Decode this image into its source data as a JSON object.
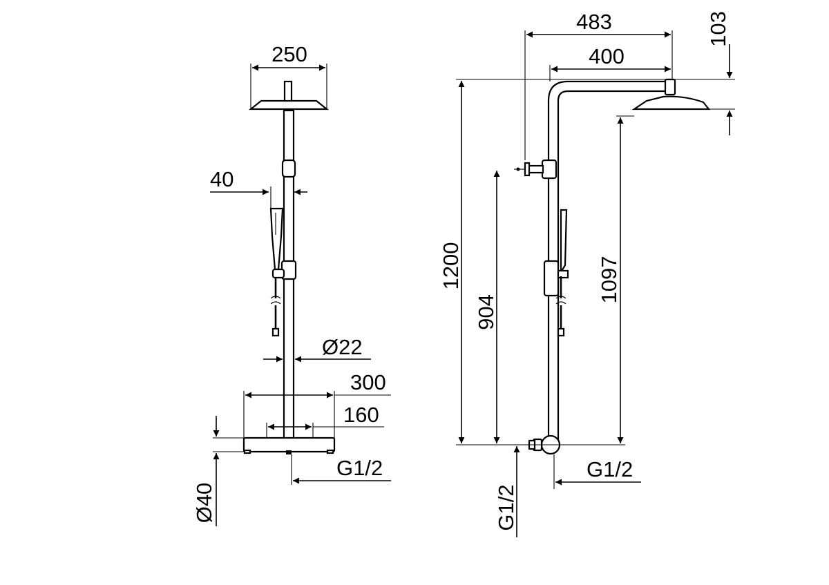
{
  "front_view": {
    "width_label": "250",
    "offset_label": "40",
    "pipe_diameter_label": "Ø22",
    "bar_length_label": "300",
    "bar_spacing_label": "160",
    "inlet_label": "G1/2",
    "bar_diameter_label": "Ø40"
  },
  "side_view": {
    "reach_label": "483",
    "arm_label": "400",
    "head_drop_label": "103",
    "height_label": "1200",
    "diverter_height_label": "904",
    "head_height_label": "1097",
    "outlet_label": "G1/2",
    "inlet_label": "G1/2"
  }
}
